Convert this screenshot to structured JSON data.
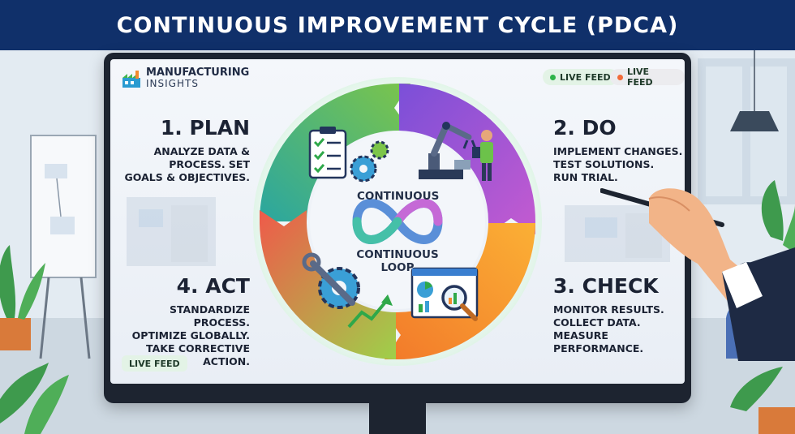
{
  "header": {
    "title": "CONTINUOUS IMPROVEMENT CYCLE (PDCA)"
  },
  "brand": {
    "line1": "MANUFACTURING",
    "line2": "INSIGHTS"
  },
  "badges": [
    {
      "label": "LIVE FEED",
      "color": "#2fb34a",
      "bg": "#e3f3e6"
    },
    {
      "label": "LIVE FEED",
      "color": "#f26b3a",
      "bg": "#ececef"
    },
    {
      "label": "LIVE FEED",
      "color": "#2fb34a",
      "bg": "#e3f3e6"
    }
  ],
  "steps": {
    "plan": {
      "title": "1. PLAN",
      "lines": [
        "ANALYZE DATA &",
        "PROCESS. SET",
        "GOALS & OBJECTIVES."
      ],
      "color": "#4fb84a"
    },
    "do": {
      "title": "2. DO",
      "lines": [
        "IMPLEMENT CHANGES.",
        "TEST SOLUTIONS.",
        "RUN TRIAL."
      ],
      "color": "#9a52d6"
    },
    "check": {
      "title": "3. CHECK",
      "lines": [
        "MONITOR RESULTS.",
        "COLLECT DATA.",
        "MEASURE PERFORMANCE."
      ],
      "color": "#f7a12a"
    },
    "act": {
      "title": "4. ACT",
      "lines": [
        "STANDARDIZE PROCESS.",
        "OPTIMIZE GLOBALLY.",
        "TAKE CORRECTIVE ACTION."
      ],
      "color": "#e8664a"
    }
  },
  "center": {
    "top": "CONTINUOUS",
    "bottom1": "CONTINUOUS",
    "bottom2": "LOOP"
  },
  "colors": {
    "banner": "#10306a",
    "plan": "#4fb84a",
    "do": "#9a52d6",
    "check": "#f7a12a",
    "act": "#e8664a"
  },
  "icons": [
    "factory-icon",
    "clipboard-checklist-icon",
    "gears-icon",
    "robot-arm-icon",
    "worker-icon",
    "analytics-magnifier-icon",
    "wrench-gear-icon",
    "trend-arrow-icon",
    "infinity-icon",
    "hand-pen-icon"
  ]
}
